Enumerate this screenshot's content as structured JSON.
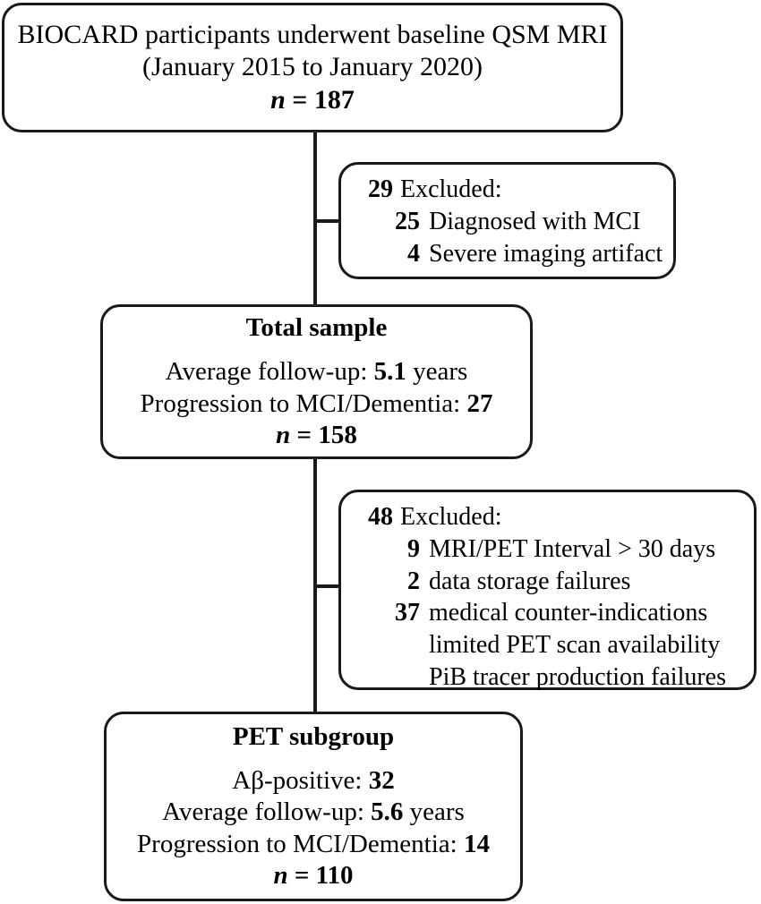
{
  "diagram": {
    "type": "participant-flow-chart",
    "nodes": {
      "cohort": {
        "line1": "BIOCARD participants underwent baseline QSM MRI",
        "line2": "(January 2015 to January 2020)",
        "n_label": "n",
        "n_equals": " = ",
        "n_value": "187"
      },
      "exclusion_1": {
        "count": "29",
        "heading": "Excluded:",
        "items": [
          {
            "count": "25",
            "text": "Diagnosed with MCI"
          },
          {
            "count": "4",
            "text": "Severe imaging artifact"
          }
        ]
      },
      "total_sample": {
        "title": "Total sample",
        "followup_label": "Average follow-up: ",
        "followup_value": "5.1",
        "followup_unit": " years",
        "progression_label": "Progression to MCI/Dementia: ",
        "progression_value": "27",
        "n_label": "n",
        "n_equals": " = ",
        "n_value": "158"
      },
      "exclusion_2": {
        "count": "48",
        "heading": "Excluded:",
        "items": [
          {
            "count": "9",
            "text": "MRI/PET Interval > 30 days"
          },
          {
            "count": "2",
            "text": "data storage failures"
          },
          {
            "count": "37",
            "text": "medical counter-indications"
          }
        ],
        "continuations": [
          "limited PET scan availability",
          "PiB tracer production failures"
        ]
      },
      "pet_subgroup": {
        "title": "PET subgroup",
        "abeta_label": "Aβ-positive: ",
        "abeta_value": "32",
        "followup_label": "Average follow-up: ",
        "followup_value": "5.6",
        "followup_unit": " years",
        "progression_label": "Progression to MCI/Dementia: ",
        "progression_value": "14",
        "n_label": "n",
        "n_equals": " = ",
        "n_value": "110"
      }
    },
    "colors": {
      "stroke": "#1a1a1a",
      "background": "#ffffff",
      "text": "#000000"
    }
  }
}
